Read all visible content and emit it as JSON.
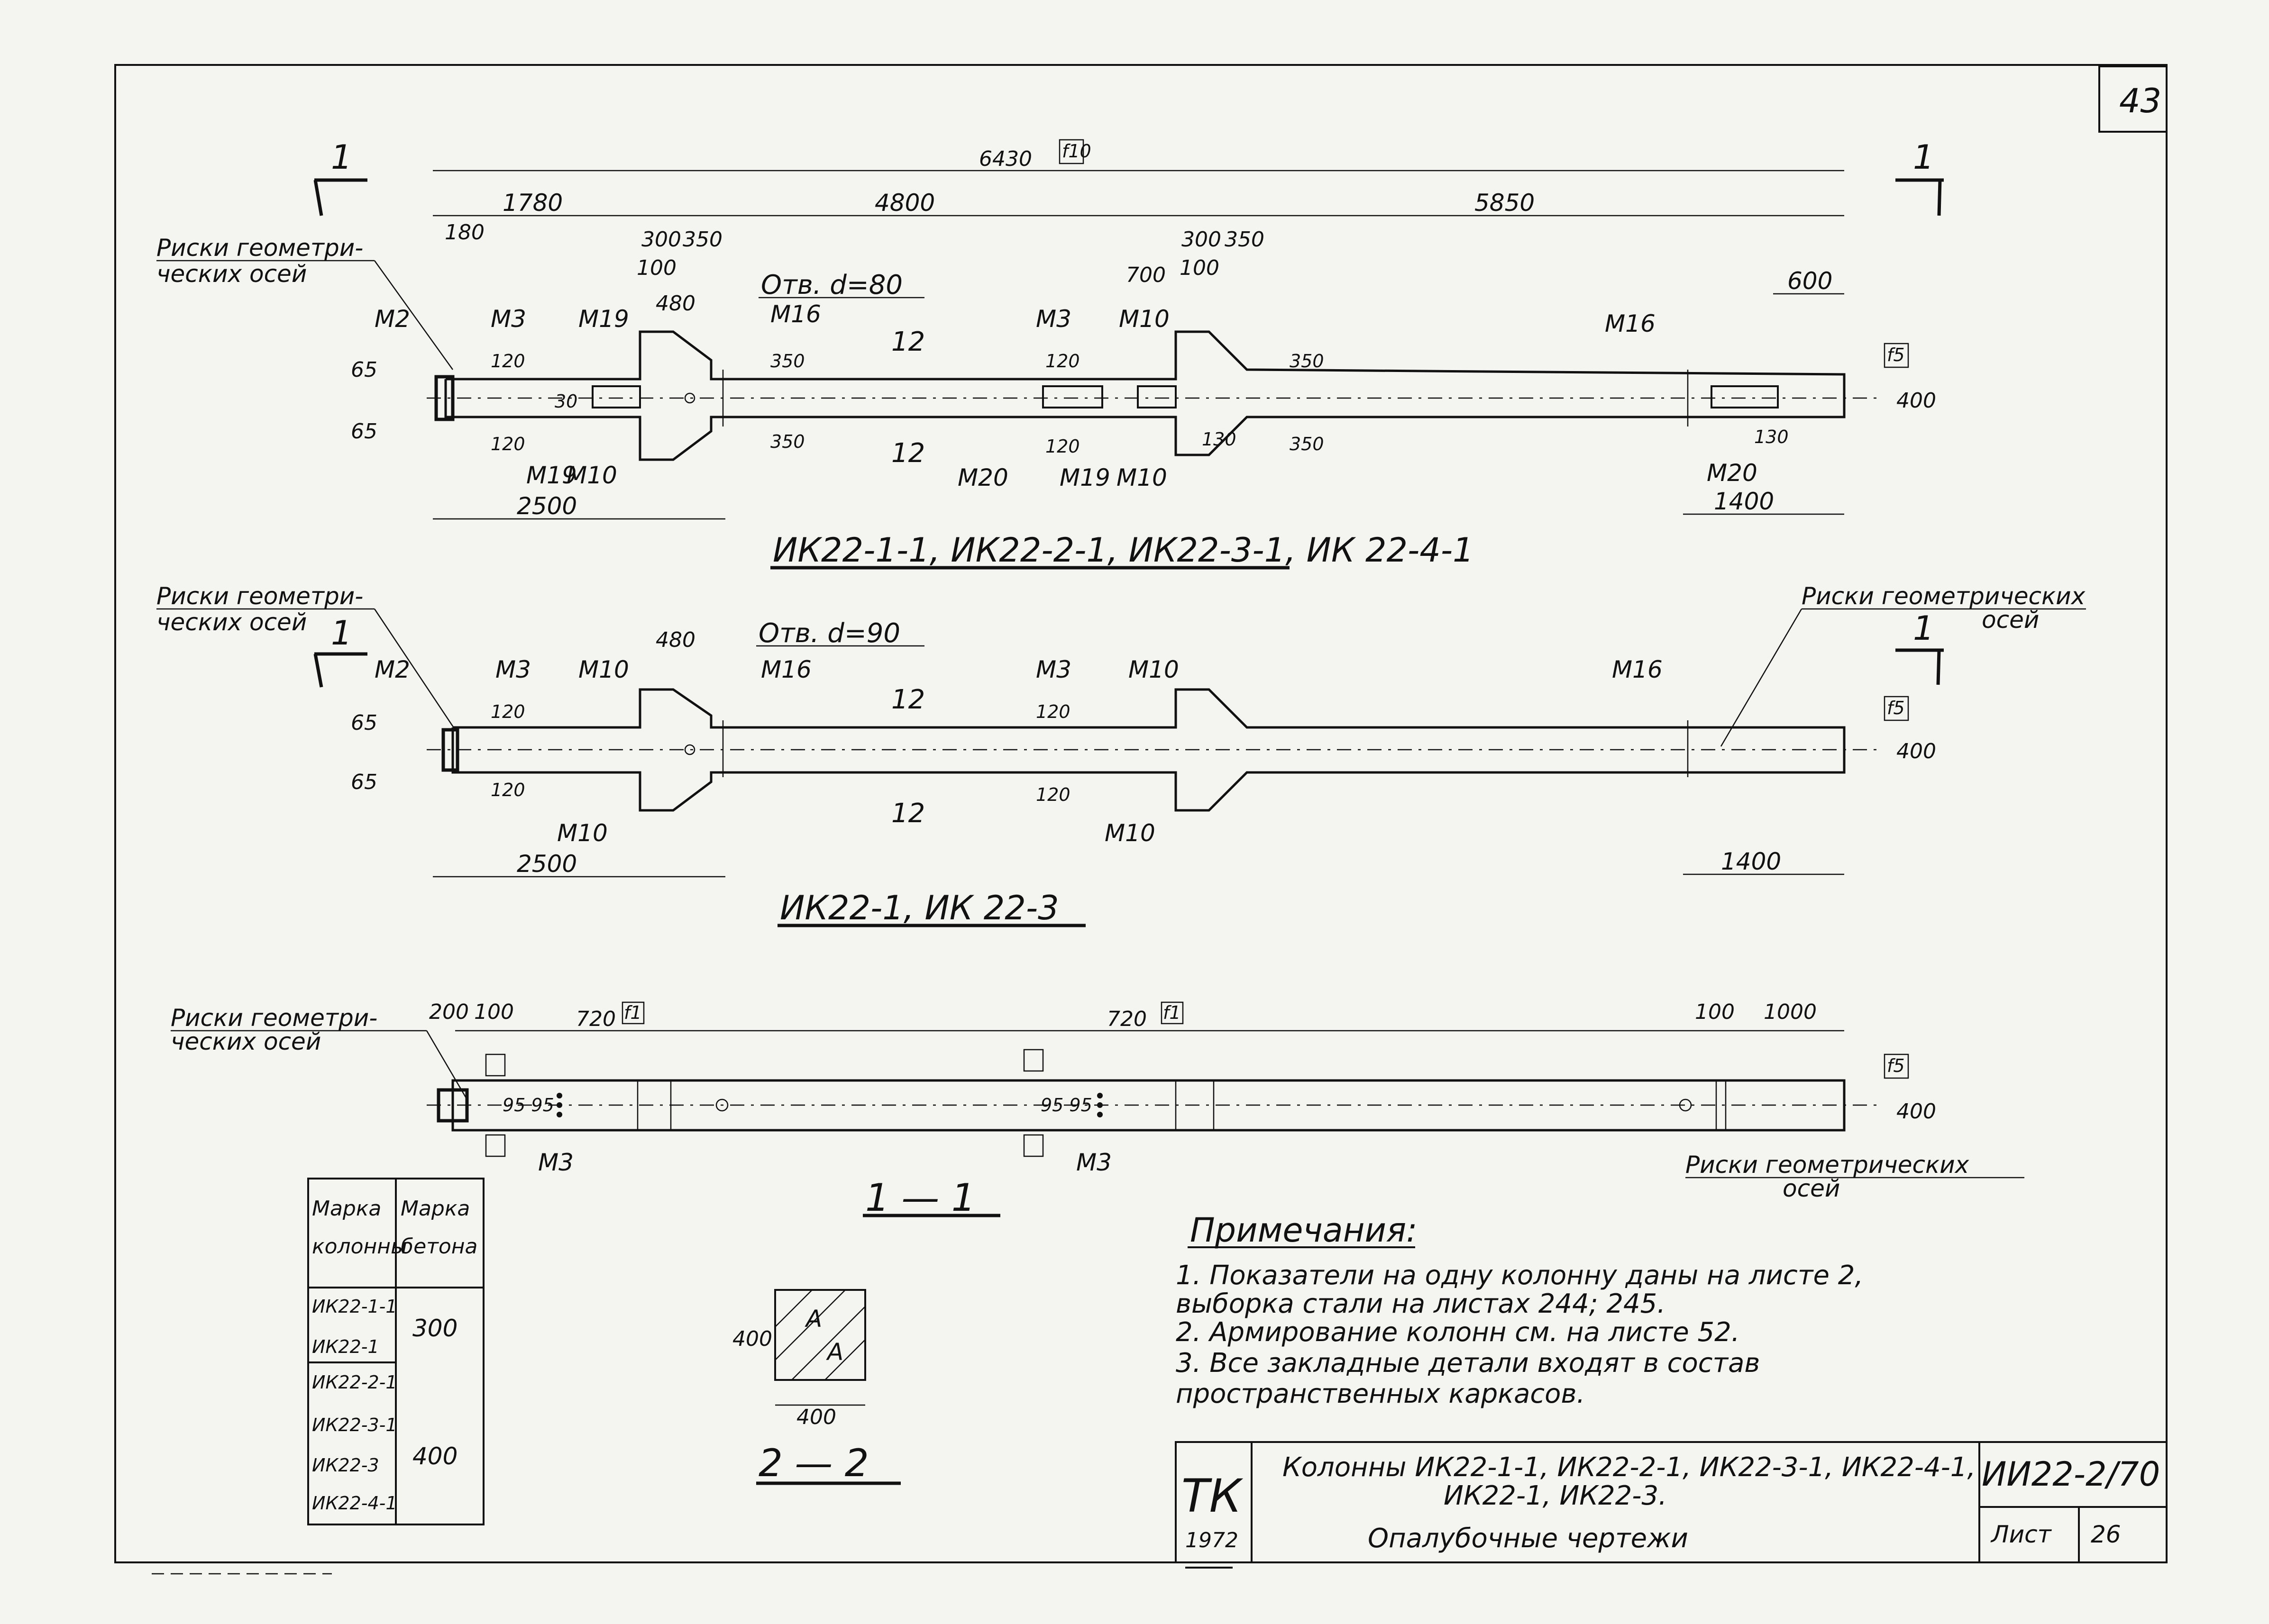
{
  "sheet": {
    "number": "43"
  },
  "views": {
    "view_top": {
      "caption": "ИК22-1-1, ИК22-2-1, ИК22-3-1, ИК 22-4-1",
      "overall_dim": "6430",
      "overall_dim_ref": "f10",
      "dims": {
        "d1780": "1780",
        "d4800": "4800",
        "d5850": "5850",
        "d180": "180",
        "d300a": "300",
        "d350a": "350",
        "d300b": "300",
        "d350b": "350",
        "d100a": "100",
        "d100b": "100",
        "d480": "480",
        "d700": "700",
        "d600": "600",
        "d2500": "2500",
        "d1400": "1400",
        "d65a": "65",
        "d65b": "65",
        "d400": "400",
        "v120a": "120",
        "v30": "30",
        "v120b": "120",
        "v350a": "350",
        "v350b": "350",
        "v120c": "120",
        "v120d": "120",
        "v350c": "350",
        "v350d": "350",
        "v130a": "130",
        "v130b": "130"
      },
      "hole_label": "Отв. d=80",
      "axes_label_1": "Риски геометри-",
      "axes_label_2": "ческих осей",
      "section_num_left": "1",
      "section_num_right": "1",
      "ref_box": "f5",
      "marks": {
        "m2": "М2",
        "m3a": "М3",
        "m19a": "М19",
        "m16a": "М16",
        "m3b": "М3",
        "m10a": "М10",
        "m16b": "М16",
        "m19b": "М19",
        "m10b": "М10",
        "m20a": "М20",
        "m19c": "М19",
        "m10c": "М10",
        "m20b": "М20"
      },
      "web_top": "12",
      "web_bottom": "12"
    },
    "view_mid": {
      "caption": "ИК22-1, ИК 22-3",
      "hole_label": "Отв. d=90",
      "axes_label_1": "Риски геометри-",
      "axes_label_2": "ческих осей",
      "axes_right_1": "Риски геометрических",
      "axes_right_2": "осей",
      "section_num_left": "1",
      "section_num_right": "1",
      "ref_box": "f5",
      "dims": {
        "d480": "480",
        "d2500": "2500",
        "d1400": "1400",
        "d65a": "65",
        "d65b": "65",
        "d400": "400",
        "v120a": "120",
        "v120b": "120",
        "v120c": "120",
        "v120d": "120"
      },
      "marks": {
        "m2": "М2",
        "m3a": "М3",
        "m10a": "М10",
        "m16a": "М16",
        "m3b": "М3",
        "m10b": "М10",
        "m16b": "М16",
        "m10c": "М10",
        "m10d": "М10"
      },
      "web_top": "12",
      "web_bottom": "12"
    },
    "view_sec": {
      "caption": "1 — 1",
      "axes_label_1": "Риски геометри-",
      "axes_label_2": "ческих осей",
      "axes_right_1": "Риски геометрических",
      "axes_right_2": "осей",
      "dims": {
        "d200": "200",
        "d100a": "100",
        "d720a": "720",
        "d720b": "720",
        "d100b": "100",
        "d1000": "1000",
        "d400": "400",
        "v95a": "95 95",
        "v95b": "95 95"
      },
      "ref_f1": "f1",
      "ref_f5": "f5",
      "marks": {
        "m3a": "М3",
        "m3b": "М3"
      }
    }
  },
  "section_22": {
    "caption": "2 — 2",
    "dim_w": "400",
    "dim_h": "400",
    "fill": "A"
  },
  "concrete_table": {
    "headers": [
      [
        "Марка",
        "колонны"
      ],
      [
        "Марка",
        "бетона"
      ]
    ],
    "columns": [
      "ИК22-1-1",
      "ИК22-1",
      "ИК22-2-1",
      "ИК22-3-1",
      "ИК22-3",
      "ИК22-4-1"
    ],
    "grades": [
      "300",
      "400"
    ]
  },
  "notes": {
    "title": "Примечания:",
    "lines": [
      "1. Показатели на одну колонну даны на листе 2,",
      "выборка стали на листах 244; 245.",
      "2. Армирование колонн см. на листе 52.",
      "3. Все закладные детали входят в состав",
      "пространственных каркасов."
    ]
  },
  "title_block": {
    "org": "ТК",
    "year": "1972",
    "title_line1": "Колонны ИК22-1-1, ИК22-2-1, ИК22-3-1, ИК22-4-1,",
    "title_line2": "ИК22-1, ИК22-3.",
    "subtitle": "Опалубочные чертежи",
    "code": "ИИ22-2/70",
    "sheet_label": "Лист",
    "sheet_value": "26"
  }
}
